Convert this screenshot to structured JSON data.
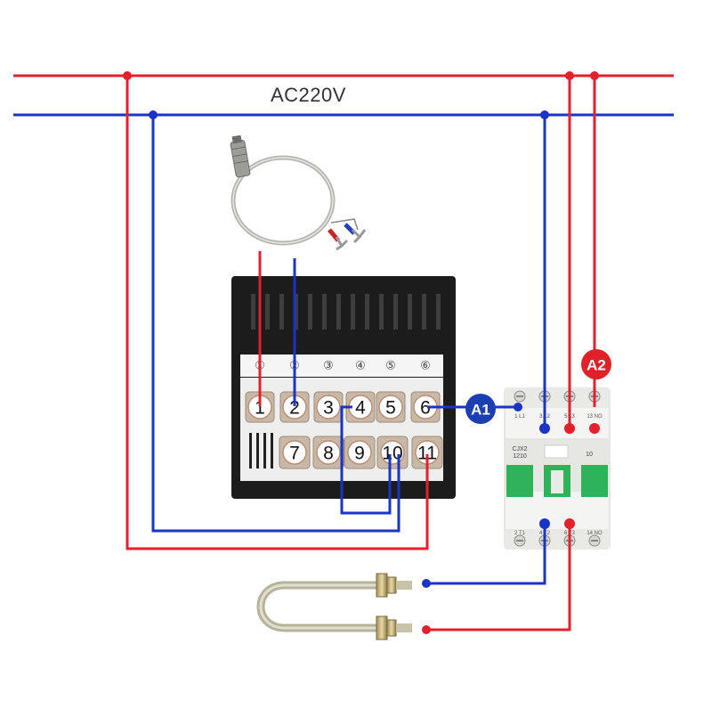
{
  "diagram": {
    "supply_label": "AC220V",
    "controller": {
      "circled_numbers": [
        "①",
        "②",
        "③",
        "④",
        "⑤",
        "⑥"
      ],
      "top_terminals": [
        "1",
        "2",
        "3",
        "4",
        "5",
        "6"
      ],
      "bottom_terminals": [
        "7",
        "8",
        "9",
        "10",
        "11"
      ]
    },
    "badges": {
      "a1": "A1",
      "a2": "A2"
    },
    "contactor": {
      "model": "CJX2",
      "model_number": "1210",
      "top_labels": [
        "1 L1",
        "3 L2",
        "5 L3",
        "13 NO"
      ],
      "bottom_labels": [
        "2 T1",
        "4 T2",
        "6 T3",
        "14 NO"
      ],
      "side_label": "10"
    },
    "colors": {
      "live_wire": "#e4202b",
      "neutral_wire": "#1a35c6",
      "badge_red": "#e02128",
      "badge_blue": "#1b3fb3"
    }
  }
}
